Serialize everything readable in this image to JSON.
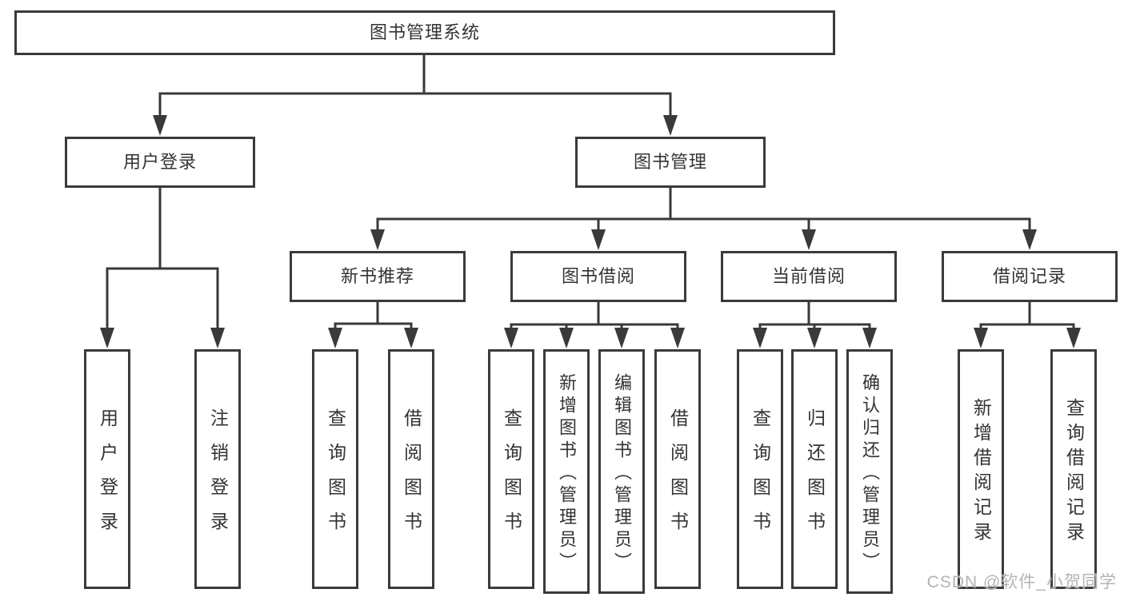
{
  "tree": {
    "root": {
      "label": "图书管理系统"
    },
    "branches": [
      {
        "label": "用户登录",
        "leaves": [
          {
            "label": "用户登录"
          },
          {
            "label": "注销登录"
          }
        ]
      },
      {
        "label": "图书管理",
        "children": [
          {
            "label": "新书推荐",
            "leaves": [
              {
                "label": "查询图书"
              },
              {
                "label": "借阅图书"
              }
            ]
          },
          {
            "label": "图书借阅",
            "leaves": [
              {
                "label": "查询图书"
              },
              {
                "label": "新增图书（管理员）"
              },
              {
                "label": "编辑图书（管理员）"
              },
              {
                "label": "借阅图书"
              }
            ]
          },
          {
            "label": "当前借阅",
            "leaves": [
              {
                "label": "查询图书"
              },
              {
                "label": "归还图书"
              },
              {
                "label": "确认归还（管理员）"
              }
            ]
          },
          {
            "label": "借阅记录",
            "leaves": [
              {
                "label": "新增借阅记录"
              },
              {
                "label": "查询借阅记录"
              }
            ]
          }
        ]
      }
    ]
  },
  "watermark": {
    "text": "CSDN @软件_小贺同学"
  },
  "colors": {
    "line": "#3a3a3a",
    "box_border": "#3a3a3a",
    "box_background": "#ffffff",
    "text": "#333333",
    "watermark_text": "#b4b4b4",
    "page_background": "#ffffff"
  }
}
